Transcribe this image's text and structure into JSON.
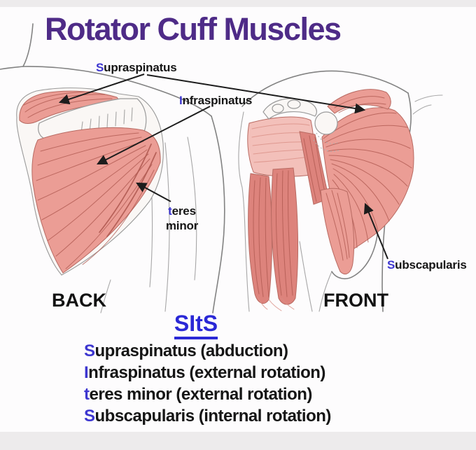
{
  "title": "Rotator Cuff Muscles",
  "colors": {
    "bg": "#fdfcfd",
    "band": "#edebec",
    "title_purple": "#4e2b87",
    "letter_blue": "#3d36d0",
    "heading_blue": "#2a28d6",
    "text_black": "#151515",
    "muscle_pink": "#eb9d95",
    "muscle_pink_light": "#f3c0ba",
    "muscle_pink_deep": "#dd837c",
    "striation": "#b05a51",
    "outline_grey": "#828282",
    "bone_white": "#faf7f5",
    "leader_black": "#1c1c1c"
  },
  "diagram": {
    "back_label": "BACK",
    "front_label": "FRONT",
    "labels": {
      "supraspinatus": {
        "initial": "S",
        "rest": "upraspinatus"
      },
      "infraspinatus": {
        "initial": "I",
        "rest": "nfraspinatus"
      },
      "teres_minor": {
        "initial": "t",
        "rest": "eres",
        "line2": "minor"
      },
      "subscapularis": {
        "initial": "S",
        "rest": "ubscapularis"
      }
    }
  },
  "mnemonic": {
    "heading": "SItS",
    "items": [
      {
        "initial": "S",
        "rest": "upraspinatus (abduction)"
      },
      {
        "initial": "I",
        "rest": "nfraspinatus (external rotation)"
      },
      {
        "initial": "t",
        "rest": "eres minor (external rotation)"
      },
      {
        "initial": "S",
        "rest": "ubscapularis (internal rotation)"
      }
    ]
  }
}
